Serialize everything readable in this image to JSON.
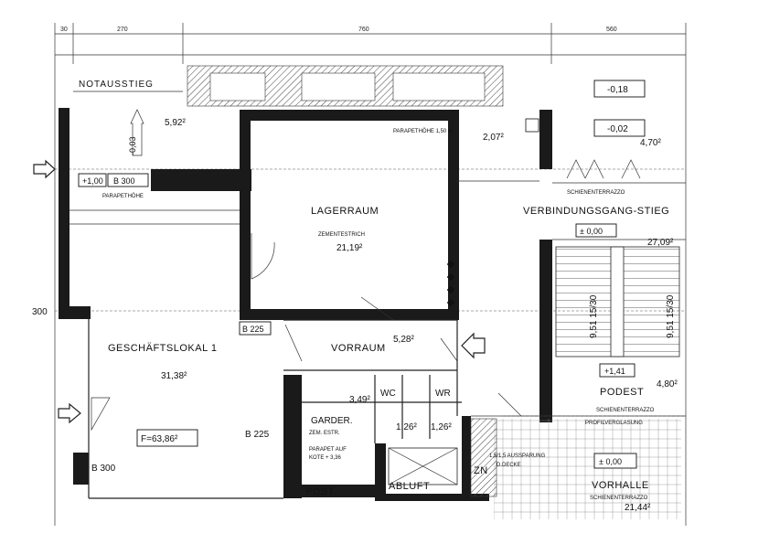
{
  "top_dims": [
    "30",
    "270",
    "760",
    "560"
  ],
  "rooms": {
    "notausstieg": "NOTAUSSTIEG",
    "lagerraum": "LAGERRAUM",
    "lagerraum_floor": "ZEMENTESTRICH",
    "lagerraum_area": "21,19²",
    "verbindungsgang": "VERBINDUNGSGANG-STIEG",
    "geschaeftslokal": "GESCHÄFTSLOKAL 1",
    "geschaeftslokal_area": "31,38²",
    "vorraum": "VORRAUM",
    "vorraum_area": "5,28²",
    "garder": "GARDER.",
    "garder_floor": "ZEM. ESTR.",
    "garder_note1": "PARAPET AUF",
    "garder_note2": "KOTE + 3,36",
    "garder_area": "3,49²",
    "wc": "WC",
    "wr": "WR",
    "wc_area": "1,26²",
    "wr_area": "1,26²",
    "abluft": "ABLUFT",
    "zn": "ZN",
    "post": "POST",
    "podest": "PODEST",
    "podest_floor": "SCHIENENTERRAZZO",
    "podest_area": "4,80²",
    "vorhalle": "VORHALLE",
    "vorhalle_floor": "SCHIENENTERRAZZO",
    "vorhalle_area": "21,44²",
    "profil": "PROFILVERGLASUNG",
    "aussparung": "1,5/1,5 AUSSPARUNG",
    "decke": "D.DECKE"
  },
  "levels": {
    "minus018": "-0,18",
    "minus002": "-0,02",
    "plus100": "+1,00",
    "plus141": "+1,41",
    "zero_stair": "± 0,00",
    "zero_hall": "± 0,00",
    "minus003": "-0,03"
  },
  "labels": {
    "b300_top": "B 300",
    "b300_bottom": "B 300",
    "b225_left": "B 225",
    "b225_mid": "B 225",
    "parapethoehe": "PARAPETHÖHE",
    "parapethoehe_top": "PARAPETHÖHE 1,50 m",
    "schienenterrazzo_top": "SCHIENENTERRAZZO",
    "f_area": "F=63,86²",
    "area_592": "5,92²",
    "area_207": "2,07²",
    "area_470": "4,70²",
    "area_2709": "27,09²",
    "area_300_left": "300"
  },
  "stair": {
    "left_label": "9,51 15/30",
    "right_label": "9,51 15/30"
  }
}
